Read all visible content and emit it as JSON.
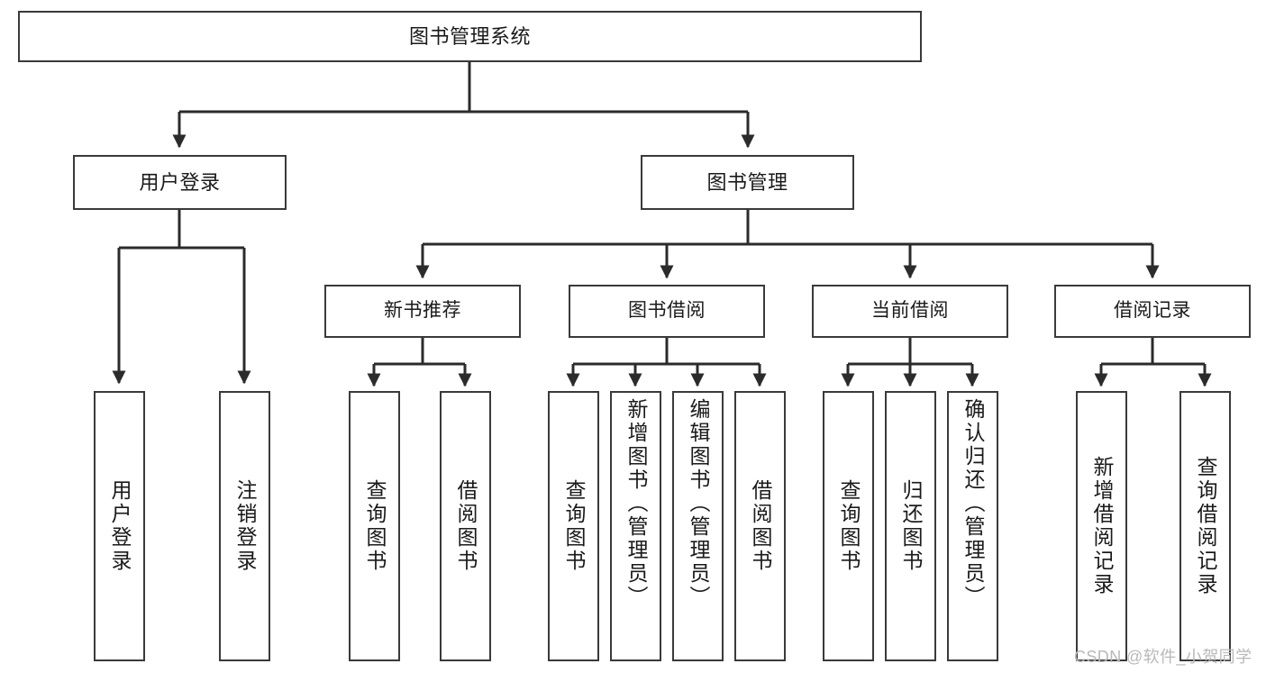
{
  "diagram": {
    "type": "hierarchy-tree",
    "title": "图书管理系统",
    "root": {
      "id": "root",
      "label": "图书管理系统"
    },
    "level1": [
      {
        "id": "user-login",
        "label": "用户登录"
      },
      {
        "id": "book-manage",
        "label": "图书管理"
      }
    ],
    "level2": [
      {
        "id": "new-book-recommend",
        "label": "新书推荐",
        "parent": "book-manage"
      },
      {
        "id": "book-borrow",
        "label": "图书借阅",
        "parent": "book-manage"
      },
      {
        "id": "current-borrow",
        "label": "当前借阅",
        "parent": "book-manage"
      },
      {
        "id": "borrow-record",
        "label": "借阅记录",
        "parent": "book-manage"
      }
    ],
    "leaves": [
      {
        "id": "leaf-user-login",
        "label": "用户登录",
        "parent": "user-login"
      },
      {
        "id": "leaf-logout-login",
        "label": "注销登录",
        "parent": "user-login"
      },
      {
        "id": "leaf-query-book-1",
        "label": "查询图书",
        "parent": "new-book-recommend"
      },
      {
        "id": "leaf-borrow-book-1",
        "label": "借阅图书",
        "parent": "new-book-recommend"
      },
      {
        "id": "leaf-query-book-2",
        "label": "查询图书",
        "parent": "book-borrow"
      },
      {
        "id": "leaf-add-book",
        "label": "新增图书（管理员）",
        "parent": "book-borrow"
      },
      {
        "id": "leaf-edit-book",
        "label": "编辑图书（管理员）",
        "parent": "book-borrow"
      },
      {
        "id": "leaf-borrow-book-2",
        "label": "借阅图书",
        "parent": "book-borrow"
      },
      {
        "id": "leaf-query-book-3",
        "label": "查询图书",
        "parent": "current-borrow"
      },
      {
        "id": "leaf-return-book",
        "label": "归还图书",
        "parent": "current-borrow"
      },
      {
        "id": "leaf-confirm-return",
        "label": "确认归还（管理员）",
        "parent": "current-borrow"
      },
      {
        "id": "leaf-add-record",
        "label": "新增借阅记录",
        "parent": "borrow-record"
      },
      {
        "id": "leaf-query-record",
        "label": "查询借阅记录",
        "parent": "borrow-record"
      }
    ],
    "colors": {
      "box_stroke": "#3a3a3a",
      "box_fill": "#ffffff",
      "text": "#1a1a1a",
      "edge": "#2b2b2b",
      "watermark": "#b9b9b9"
    }
  },
  "watermark": {
    "text": "CSDN @软件_小贺同学"
  }
}
